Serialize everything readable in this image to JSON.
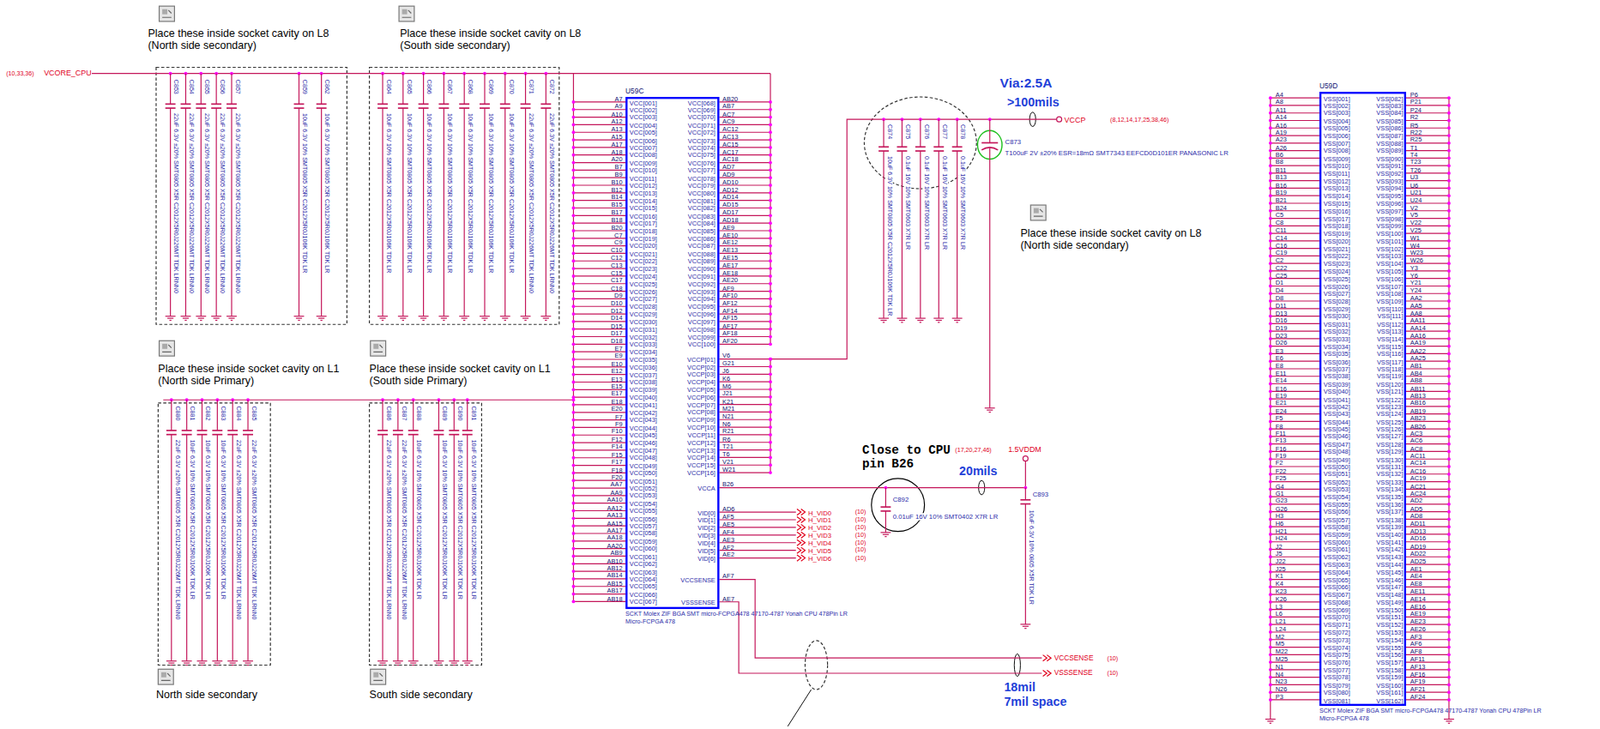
{
  "diagram": {
    "nodes": [
      {
        "text": [
          "U59C",
          "SCKT Molex ZIF BGA SMT micro-FCPGA478 47170-4787 Yonah CPU 478Pin LR",
          "Micro-FCPGA 478"
        ]
      },
      {
        "text": [
          "U59D",
          "SCKT Molex ZIF BGA SMT micro-FCPGA478 47170-4787 Yonah CPU 478Pin LR",
          "Micro-FCPGA 478"
        ]
      }
    ],
    "labels": [
      "(10,33,36)",
      "VCORE_CPU",
      "Place these inside socket cavity on L8 (North side secondary)",
      "Place these inside socket cavity on L8 (South side secondary)",
      "C853",
      "22uF 6.3V ±20% SMT0805 X5R C2012X5R0J226MT TDK LRNN0",
      "C854",
      "22uF 6.3V ±20% SMT0805 X5R C2012X5R0J226MT TDK LRNN0",
      "C855",
      "22uF 6.3V ±20% SMT0805 X5R C2012X5R0J226MT TDK LRNN0",
      "C856",
      "22uF 6.3V ±20% SMT0805 X5R C2012X5R0J226MT TDK LRNN0",
      "C857",
      "22uF 6.3V ±20% SMT0805 X5R C2012X5R0J226MT TDK LRNN0",
      "C859",
      "10uF 6.3V 10% SMT0805 X5R C2012X5R0J106K TDK LR",
      "C862",
      "10uF 6.3V 10% SMT0805 X5R C2012X5R0J106K TDK LR",
      "C864",
      "10uF 6.3V 10% SMT0805 X5R C2012X5R0J106K TDK LR",
      "C865",
      "10uF 6.3V 10% SMT0805 X5R C2012X5R0J106K TDK LR",
      "C866",
      "10uF 6.3V 10% SMT0805 X5R C2012X5R0J106K TDK LR",
      "C867",
      "10uF 6.3V 10% SMT0805 X5R C2012X5R0J106K TDK LR",
      "C868",
      "10uF 6.3V 10% SMT0805 X5R C2012X5R0J106K TDK LR",
      "C869",
      "10uF 6.3V 10% SMT0805 X5R C2012X5R0J106K TDK LR",
      "C870",
      "10uF 6.3V 10% SMT0805 X5R C2012X5R0J106K TDK LR",
      "C871",
      "22uF 6.3V ±20% SMT0805 X5R C2012X5R0J226MT TDK LRNN0",
      "C872",
      "22uF 6.3V ±20% SMT0805 X5R C2012X5R0J226MT TDK LRNN0",
      "Place these inside socket cavity on L1 (North side Primary)",
      "Place these inside socket cavity on L1 (South side Primary)",
      "C880",
      "22uF 6.3V ±20% SMT0805 X5R C2012X5R0J226MT TDK LRNN0",
      "C881",
      "10uF 6.3V 10% SMT0805 X5R C2012X5R0J106K TDK LR",
      "C882",
      "10uF 6.3V 10% SMT0805 X5R C2012X5R0J106K TDK LR",
      "C883",
      "10uF 6.3V 10% SMT0805 X5R C2012X5R0J106K TDK LR",
      "C884",
      "22uF 6.3V ±20% SMT0805 X5R C2012X5R0J226MT TDK LRNN0",
      "C885",
      "22uF 6.3V ±20% SMT0805 X5R C2012X5R0J226MT TDK LRNN0",
      "C886",
      "22uF 6.3V ±20% SMT0805 X5R C2012X5R0J226MT TDK LRNN0",
      "C887",
      "22uF 6.3V ±20% SMT0805 X5R C2012X5R0J226MT TDK LRNN0",
      "C888",
      "10uF 6.3V 10% SMT0805 X5R C2012X5R0J106K TDK LR",
      "C889",
      "10uF 6.3V 10% SMT0805 X5R C2012X5R0J106K TDK LR",
      "C890",
      "10uF 6.3V 10% SMT0805 X5R C2012X5R0J106K TDK LR",
      "C891",
      "10uF 6.3V 10% SMT0805 X5R C2012X5R0J106K TDK LR",
      "North side secondary",
      "South side secondary",
      "A7",
      "VCC[001]",
      "A9",
      "VCC[002]",
      "A10",
      "VCC[003]",
      "A12",
      "VCC[004]",
      "A13",
      "VCC[005]",
      "A15",
      "VCC[006]",
      "A17",
      "VCC[007]",
      "A18",
      "VCC[008]",
      "A20",
      "VCC[009]",
      "B7",
      "VCC[010]",
      "B9",
      "VCC[011]",
      "B10",
      "VCC[012]",
      "B12",
      "VCC[013]",
      "B14",
      "VCC[014]",
      "B15",
      "VCC[015]",
      "B17",
      "VCC[016]",
      "B18",
      "VCC[017]",
      "B20",
      "VCC[018]",
      "C7",
      "VCC[019]",
      "C9",
      "VCC[020]",
      "C10",
      "VCC[021]",
      "C12",
      "VCC[022]",
      "C13",
      "VCC[023]",
      "C15",
      "VCC[024]",
      "C17",
      "VCC[025]",
      "C18",
      "VCC[026]",
      "D9",
      "VCC[027]",
      "D10",
      "VCC[028]",
      "D12",
      "VCC[029]",
      "D14",
      "VCC[030]",
      "D15",
      "VCC[031]",
      "D17",
      "VCC[032]",
      "D18",
      "VCC[033]",
      "E7",
      "VCC[034]",
      "E9",
      "VCC[035]",
      "E10",
      "VCC[036]",
      "E12",
      "VCC[037]",
      "E13",
      "VCC[038]",
      "E15",
      "VCC[039]",
      "E17",
      "VCC[040]",
      "E18",
      "VCC[041]",
      "E20",
      "VCC[042]",
      "F7",
      "VCC[043]",
      "F9",
      "VCC[044]",
      "F10",
      "VCC[045]",
      "F12",
      "VCC[046]",
      "F14",
      "VCC[047]",
      "F15",
      "VCC[048]",
      "F17",
      "VCC[049]",
      "F18",
      "VCC[050]",
      "F20",
      "VCC[051]",
      "AA7",
      "VCC[052]",
      "AA9",
      "VCC[053]",
      "AA10",
      "VCC[054]",
      "AA12",
      "VCC[055]",
      "AA13",
      "VCC[056]",
      "AA15",
      "VCC[057]",
      "AA17",
      "VCC[058]",
      "AA18",
      "VCC[059]",
      "AA20",
      "VCC[060]",
      "AB9",
      "VCC[061]",
      "AB10",
      "VCC[062]",
      "AB12",
      "VCC[063]",
      "AB14",
      "VCC[064]",
      "AB15",
      "VCC[065]",
      "AB17",
      "VCC[066]",
      "AB18",
      "VCC[067]",
      "VCC[068]",
      "AB20",
      "VCC[069]",
      "AB7",
      "VCC[070]",
      "AC7",
      "VCC[071]",
      "AC9",
      "VCC[072]",
      "AC12",
      "VCC[073]",
      "AC13",
      "VCC[074]",
      "AC15",
      "VCC[075]",
      "AC17",
      "VCC[076]",
      "AC18",
      "VCC[077]",
      "AD7",
      "VCC[078]",
      "AD9",
      "VCC[079]",
      "AD10",
      "VCC[080]",
      "AD12",
      "VCC[081]",
      "AD14",
      "VCC[082]",
      "AD15",
      "VCC[083]",
      "AD17",
      "VCC[084]",
      "AD18",
      "VCC[085]",
      "AE9",
      "VCC[086]",
      "AE10",
      "VCC[087]",
      "AE12",
      "VCC[088]",
      "AE13",
      "VCC[089]",
      "AE15",
      "VCC[090]",
      "AE17",
      "VCC[091]",
      "AE18",
      "VCC[092]",
      "AE20",
      "VCC[093]",
      "AF9",
      "VCC[094]",
      "AF10",
      "VCC[095]",
      "AF12",
      "VCC[096]",
      "AF14",
      "VCC[097]",
      "AF15",
      "VCC[098]",
      "AF17",
      "VCC[099]",
      "AF18",
      "VCC[100]",
      "AF20",
      "VCCP[01]",
      "V6",
      "VCCP[02]",
      "G21",
      "VCCP[03]",
      "J6",
      "VCCP[04]",
      "K6",
      "VCCP[05]",
      "M6",
      "VCCP[06]",
      "J21",
      "VCCP[07]",
      "K21",
      "VCCP[08]",
      "M21",
      "VCCP[09]",
      "N21",
      "VCCP[10]",
      "N6",
      "VCCP[11]",
      "R21",
      "VCCP[12]",
      "R6",
      "VCCP[13]",
      "T21",
      "VCCP[14]",
      "T6",
      "VCCP[15]",
      "V21",
      "VCCP[16]",
      "W21",
      "VCCA",
      "B26",
      "VID[0]",
      "AD6",
      "H_VID0",
      "(10)",
      "VID[1]",
      "AF5",
      "H_VID1",
      "(10)",
      "VID[2]",
      "AE5",
      "H_VID2",
      "(10)",
      "VID[3]",
      "AF4",
      "H_VID3",
      "(10)",
      "VID[4]",
      "AE3",
      "H_VID4",
      "(10)",
      "VID[5]",
      "AF2",
      "H_VID5",
      "(10)",
      "VID[6]",
      "AE2",
      "H_VID6",
      "(10)",
      "VCCSENSE",
      "AF7",
      "VSSSENSE",
      "AE7",
      "Via:2.5A",
      ">100mils",
      "VCCP",
      "(8,12,14,17,25,38,46)",
      "C874",
      "10uF 6.3V 10% SMT0805 X5R C2012X5R0J106K TDK LR",
      "C875",
      "0.1uF 16V 10% SMT0603 X7R LR",
      "C876",
      "0.1uF 16V 10% SMT0603 X7R LR",
      "C877",
      "0.1uF 16V 10% SMT0603 X7R LR",
      "C878",
      "0.1uF 16V 10% SMT0603 X7R LR",
      "C873",
      "T100uF 2V ±20% ESR=18mΩ SMT7343 EEFCD0D101ER PANASONIC LR",
      "Place these inside socket cavity on L8 (North side secondary)",
      "Close to CPU pin B26",
      "(17,20,27,46)",
      "1.5VDDM",
      "20mils",
      "C892",
      "0.01uF 16V 10% SMT0402 X7R LR",
      "C893",
      "10uF 6.3V 10% 0805 X5R TDK LR",
      "VCCSENSE",
      "(10)",
      "VSSSENSE",
      "(10)",
      "18mil",
      "7mil space",
      "A4",
      "VSS[001]",
      "A8",
      "VSS[002]",
      "A11",
      "VSS[003]",
      "A14",
      "VSS[004]",
      "A16",
      "VSS[005]",
      "A19",
      "VSS[006]",
      "A23",
      "VSS[007]",
      "A26",
      "VSS[008]",
      "B6",
      "VSS[009]",
      "B8",
      "VSS[010]",
      "B11",
      "VSS[011]",
      "B13",
      "VSS[012]",
      "B16",
      "VSS[013]",
      "B19",
      "VSS[014]",
      "B21",
      "VSS[015]",
      "B24",
      "VSS[016]",
      "C5",
      "VSS[017]",
      "C8",
      "VSS[018]",
      "C11",
      "VSS[019]",
      "C14",
      "VSS[020]",
      "C16",
      "VSS[021]",
      "C19",
      "VSS[022]",
      "C2",
      "VSS[023]",
      "C22",
      "VSS[024]",
      "C25",
      "VSS[025]",
      "D1",
      "VSS[026]",
      "D4",
      "VSS[027]",
      "D8",
      "VSS[028]",
      "D11",
      "VSS[029]",
      "D13",
      "VSS[030]",
      "D16",
      "VSS[031]",
      "D19",
      "VSS[032]",
      "D23",
      "VSS[033]",
      "D26",
      "VSS[034]",
      "E3",
      "VSS[035]",
      "E6",
      "VSS[036]",
      "E8",
      "VSS[037]",
      "E11",
      "VSS[038]",
      "E14",
      "VSS[039]",
      "E16",
      "VSS[040]",
      "E19",
      "VSS[041]",
      "E21",
      "VSS[042]",
      "E24",
      "VSS[043]",
      "F5",
      "VSS[044]",
      "F8",
      "VSS[045]",
      "F11",
      "VSS[046]",
      "F13",
      "VSS[047]",
      "F16",
      "VSS[048]",
      "F19",
      "VSS[049]",
      "F2",
      "VSS[050]",
      "F22",
      "VSS[051]",
      "F25",
      "VSS[052]",
      "G4",
      "VSS[053]",
      "G1",
      "VSS[054]",
      "G23",
      "VSS[055]",
      "G26",
      "VSS[056]",
      "H3",
      "VSS[057]",
      "H6",
      "VSS[058]",
      "H21",
      "VSS[059]",
      "H24",
      "VSS[060]",
      "J2",
      "VSS[061]",
      "J5",
      "VSS[062]",
      "J22",
      "VSS[063]",
      "J25",
      "VSS[064]",
      "K1",
      "VSS[065]",
      "K4",
      "VSS[066]",
      "K23",
      "VSS[067]",
      "K26",
      "VSS[068]",
      "L3",
      "VSS[069]",
      "L6",
      "VSS[070]",
      "L21",
      "VSS[071]",
      "L24",
      "VSS[072]",
      "M2",
      "VSS[073]",
      "M5",
      "VSS[074]",
      "M22",
      "VSS[075]",
      "M25",
      "VSS[076]",
      "N1",
      "VSS[077]",
      "N4",
      "VSS[078]",
      "N23",
      "VSS[079]",
      "N26",
      "VSS[080]",
      "P3",
      "VSS[081]",
      "VSS[082]",
      "P6",
      "VSS[083]",
      "P21",
      "VSS[084]",
      "P24",
      "VSS[085]",
      "R2",
      "VSS[086]",
      "R5",
      "VSS[087]",
      "R22",
      "VSS[088]",
      "R25",
      "VSS[089]",
      "T1",
      "VSS[090]",
      "T4",
      "VSS[091]",
      "T23",
      "VSS[092]",
      "T26",
      "VSS[093]",
      "U3",
      "VSS[094]",
      "U6",
      "VSS[095]",
      "U21",
      "VSS[096]",
      "U24",
      "VSS[097]",
      "V2",
      "VSS[098]",
      "V5",
      "VSS[099]",
      "V22",
      "VSS[100]",
      "V25",
      "VSS[101]",
      "W1",
      "VSS[102]",
      "W4",
      "VSS[103]",
      "W23",
      "VSS[104]",
      "W26",
      "VSS[105]",
      "Y3",
      "VSS[106]",
      "Y6",
      "VSS[107]",
      "Y21",
      "VSS[108]",
      "Y24",
      "VSS[109]",
      "AA2",
      "VSS[110]",
      "AA5",
      "VSS[111]",
      "AA8",
      "VSS[112]",
      "AA11",
      "VSS[113]",
      "AA14",
      "VSS[114]",
      "AA16",
      "VSS[115]",
      "AA19",
      "VSS[116]",
      "AA22",
      "VSS[117]",
      "AA25",
      "VSS[118]",
      "AB1",
      "VSS[119]",
      "AB4",
      "VSS[120]",
      "AB8",
      "VSS[121]",
      "AB11",
      "VSS[122]",
      "AB13",
      "VSS[123]",
      "AB16",
      "VSS[124]",
      "AB19",
      "VSS[125]",
      "AB23",
      "VSS[126]",
      "AB26",
      "VSS[127]",
      "AC3",
      "VSS[128]",
      "AC6",
      "VSS[129]",
      "AC8",
      "VSS[130]",
      "AC11",
      "VSS[131]",
      "AC14",
      "VSS[132]",
      "AC16",
      "VSS[133]",
      "AC19",
      "VSS[134]",
      "AC21",
      "VSS[135]",
      "AC24",
      "VSS[136]",
      "AD2",
      "VSS[137]",
      "AD5",
      "VSS[138]",
      "AD8",
      "VSS[139]",
      "AD11",
      "VSS[140]",
      "AD13",
      "VSS[141]",
      "AD16",
      "VSS[142]",
      "AD19",
      "VSS[143]",
      "AD22",
      "VSS[144]",
      "AD25",
      "VSS[145]",
      "AE1",
      "VSS[146]",
      "AE4",
      "VSS[147]",
      "AE8",
      "VSS[148]",
      "AE11",
      "VSS[149]",
      "AE14",
      "VSS[150]",
      "AE16",
      "VSS[151]",
      "AE19",
      "VSS[152]",
      "AE23",
      "VSS[153]",
      "AE26",
      "VSS[154]",
      "AF3",
      "VSS[155]",
      "AF6",
      "VSS[156]",
      "AF8",
      "VSS[157]",
      "AF11",
      "VSS[158]",
      "AF13",
      "VSS[159]",
      "AF16",
      "VSS[160]",
      "AF19",
      "VSS[161]",
      "AF21",
      "VSS[162]",
      "AF24"
    ]
  }
}
